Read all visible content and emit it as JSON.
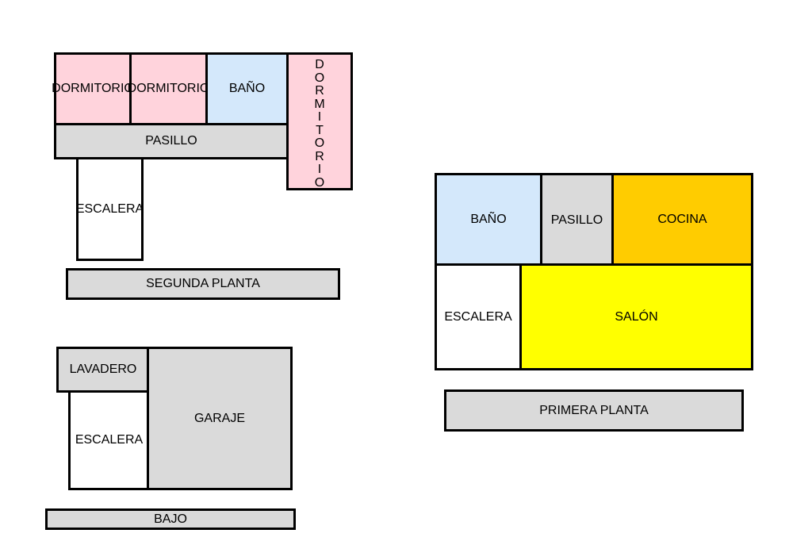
{
  "segunda_planta": {
    "title": "SEGUNDA PLANTA",
    "rooms": {
      "dormitorio_1": "DORMITORIO",
      "dormitorio_2": "DORMITORIO",
      "bano": "BAÑO",
      "pasillo": "PASILLO",
      "dormitorio_3": "DORMITORIO",
      "escalera": "ESCALERA"
    }
  },
  "primera_planta": {
    "title": "PRIMERA PLANTA",
    "rooms": {
      "bano": "BAÑO",
      "pasillo": "PASILLO",
      "cocina": "COCINA",
      "escalera": "ESCALERA",
      "salon": "SALÓN"
    }
  },
  "bajo": {
    "title": "BAJO",
    "rooms": {
      "lavadero": "LAVADERO",
      "escalera": "ESCALERA",
      "garaje": "GARAJE"
    }
  },
  "colors": {
    "dormitorio": "#ffd3dc",
    "bano": "#d4e8fb",
    "pasillo": "#dadada",
    "cocina": "#ffcc00",
    "salon": "#ffff00"
  }
}
